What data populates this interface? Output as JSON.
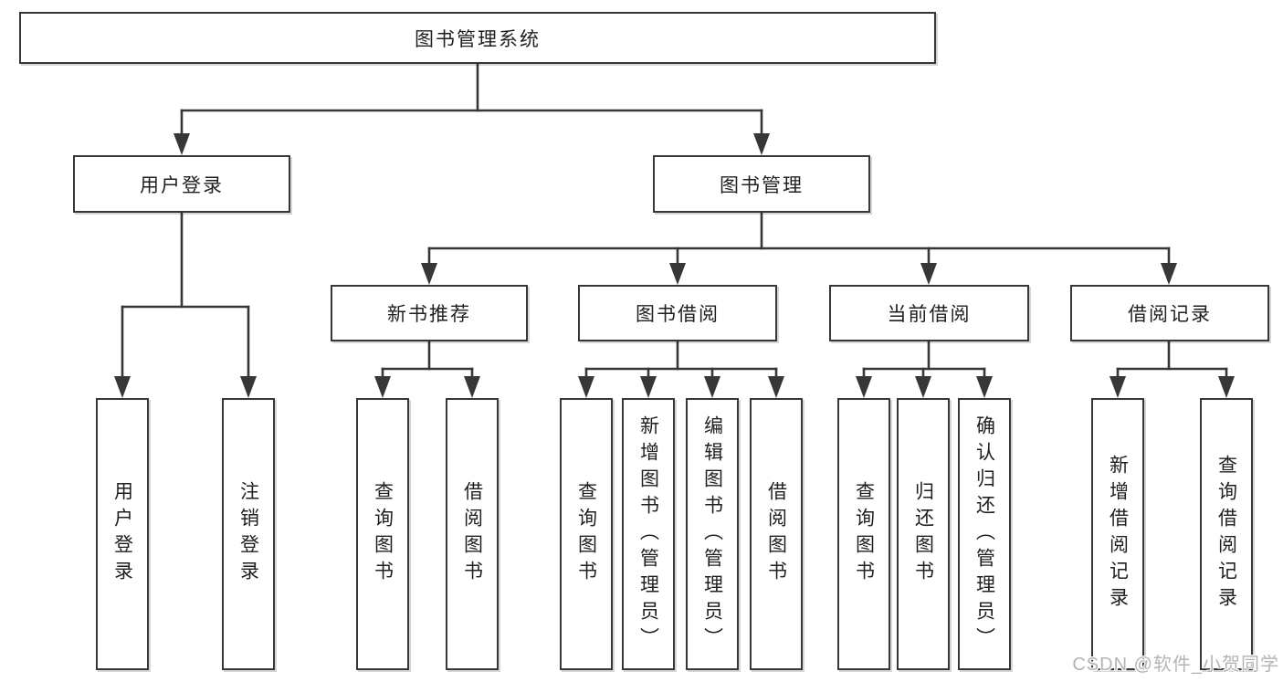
{
  "diagram": {
    "root": {
      "label": "图书管理系统"
    },
    "level2": [
      {
        "label": "用户登录",
        "children": [
          {
            "label": "用户登录"
          },
          {
            "label": "注销登录"
          }
        ]
      },
      {
        "label": "图书管理",
        "children": [
          {
            "label": "新书推荐",
            "children": [
              {
                "label": "查询图书"
              },
              {
                "label": "借阅图书"
              }
            ]
          },
          {
            "label": "图书借阅",
            "children": [
              {
                "label": "查询图书"
              },
              {
                "label": "新增图书（管理员）"
              },
              {
                "label": "编辑图书（管理员）"
              },
              {
                "label": "借阅图书"
              }
            ]
          },
          {
            "label": "当前借阅",
            "children": [
              {
                "label": "查询图书"
              },
              {
                "label": "归还图书"
              },
              {
                "label": "确认归还（管理员）"
              }
            ]
          },
          {
            "label": "借阅记录",
            "children": [
              {
                "label": "新增借阅记录"
              },
              {
                "label": "查询借阅记录"
              }
            ]
          }
        ]
      }
    ],
    "watermark": "CSDN @软件_小贺同学",
    "colors": {
      "line": "#373737",
      "box_border": "#373737",
      "text": "#1f1f1f",
      "background": "#ffffff",
      "watermark": "#b4b4b4"
    }
  }
}
